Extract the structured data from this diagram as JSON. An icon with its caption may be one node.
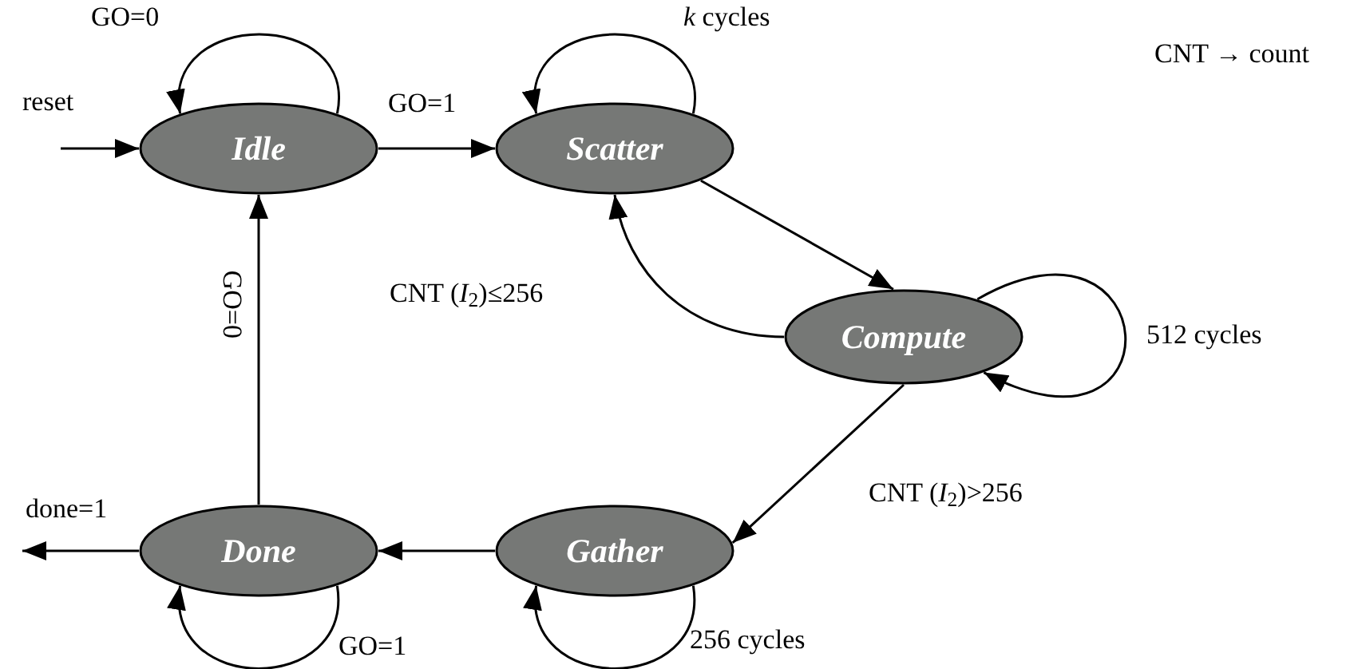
{
  "diagram": {
    "nodes": [
      {
        "text": [
          "Idle"
        ]
      },
      {
        "text": [
          "Scatter"
        ]
      },
      {
        "text": [
          "Compute"
        ]
      },
      {
        "text": [
          "Gather"
        ]
      },
      {
        "text": [
          "Done"
        ]
      }
    ],
    "edges": [
      {
        "from": null,
        "to": 0,
        "arrow": "to",
        "label": "reset"
      },
      {
        "from": 0,
        "to": 0,
        "arrow": "to",
        "label": "GO=0"
      },
      {
        "from": 0,
        "to": 1,
        "arrow": "to",
        "label": "GO=1"
      },
      {
        "from": 1,
        "to": 1,
        "arrow": "to",
        "label": "*k* cycles"
      },
      {
        "from": 1,
        "to": 2,
        "arrow": "to"
      },
      {
        "from": 2,
        "to": 1,
        "arrow": "to",
        "label": "CNT (*I*$_{2}$)≤256"
      },
      {
        "from": 2,
        "to": 2,
        "arrow": "to",
        "label": "512 cycles"
      },
      {
        "from": 2,
        "to": 3,
        "arrow": "to",
        "label": "CNT (*I*$_{2}$)>256"
      },
      {
        "from": 3,
        "to": 4,
        "arrow": "to"
      },
      {
        "from": 3,
        "to": 3,
        "arrow": "to",
        "label": "256 cycles"
      },
      {
        "from": 4,
        "to": 4,
        "arrow": "to",
        "label": "GO=1"
      },
      {
        "from": 4,
        "to": 0,
        "arrow": "to",
        "label": "GO=0"
      },
      {
        "from": 4,
        "to": null,
        "arrow": "to",
        "label": "done=1"
      }
    ],
    "labels": [
      "CNT → count"
    ]
  }
}
